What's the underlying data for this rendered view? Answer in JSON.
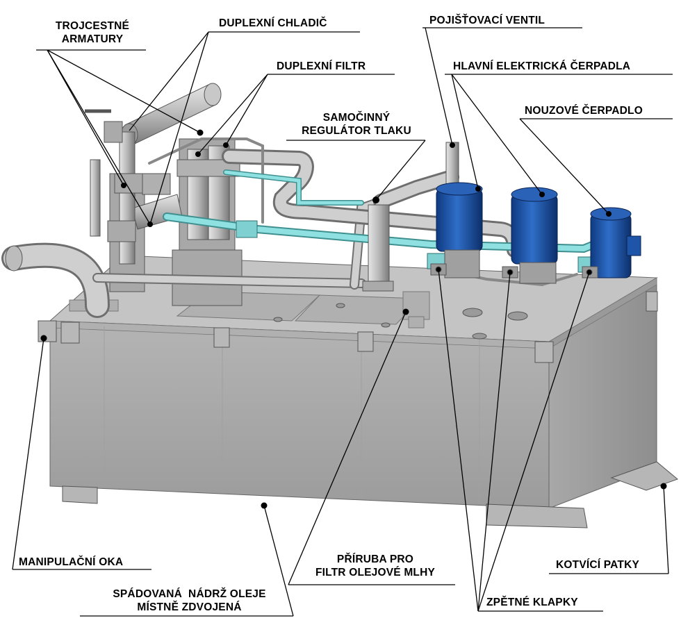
{
  "labels": {
    "trojcestne_1": "TROJCESTNÉ",
    "trojcestne_2": "ARMATURY",
    "duplexni_chladic": "DUPLEXNÍ CHLADIČ",
    "duplexni_filtr": "DUPLEXNÍ FILTR",
    "samocinny_1": "SAMOČINNÝ",
    "samocinny_2": "REGULÁTOR TLAKU",
    "pojistovaci_ventil": "POJIŠŤOVACÍ VENTIL",
    "hlavni_cerpadla": "HLAVNÍ ELEKTRICKÁ ČERPADLA",
    "nouzove_cerpadlo": "NOUZOVÉ ČERPADLO",
    "manipulacni_oka": "MANIPULAČNÍ OKA",
    "priruba_1": "PŘÍRUBA PRO",
    "priruba_2": "FILTR OLEJOVÉ MLHY",
    "kotvici_patky": "KOTVÍCÍ PATKY",
    "spadovana_1": "SPÁDOVANÁ  NÁDRŽ OLEJE",
    "spadovana_2": "MÍSTNĚ ZDVOJENÁ",
    "zpetne_klapky": "ZPĚTNÉ KLAPKY"
  },
  "colors": {
    "tank": "#a4a4a4",
    "tank_top": "#c2c2c2",
    "pipe_grey": "#bdbdbd",
    "pipe_cyan": "#7fd0d0",
    "motor_blue": "#1f55a8",
    "leader": "#000000"
  }
}
